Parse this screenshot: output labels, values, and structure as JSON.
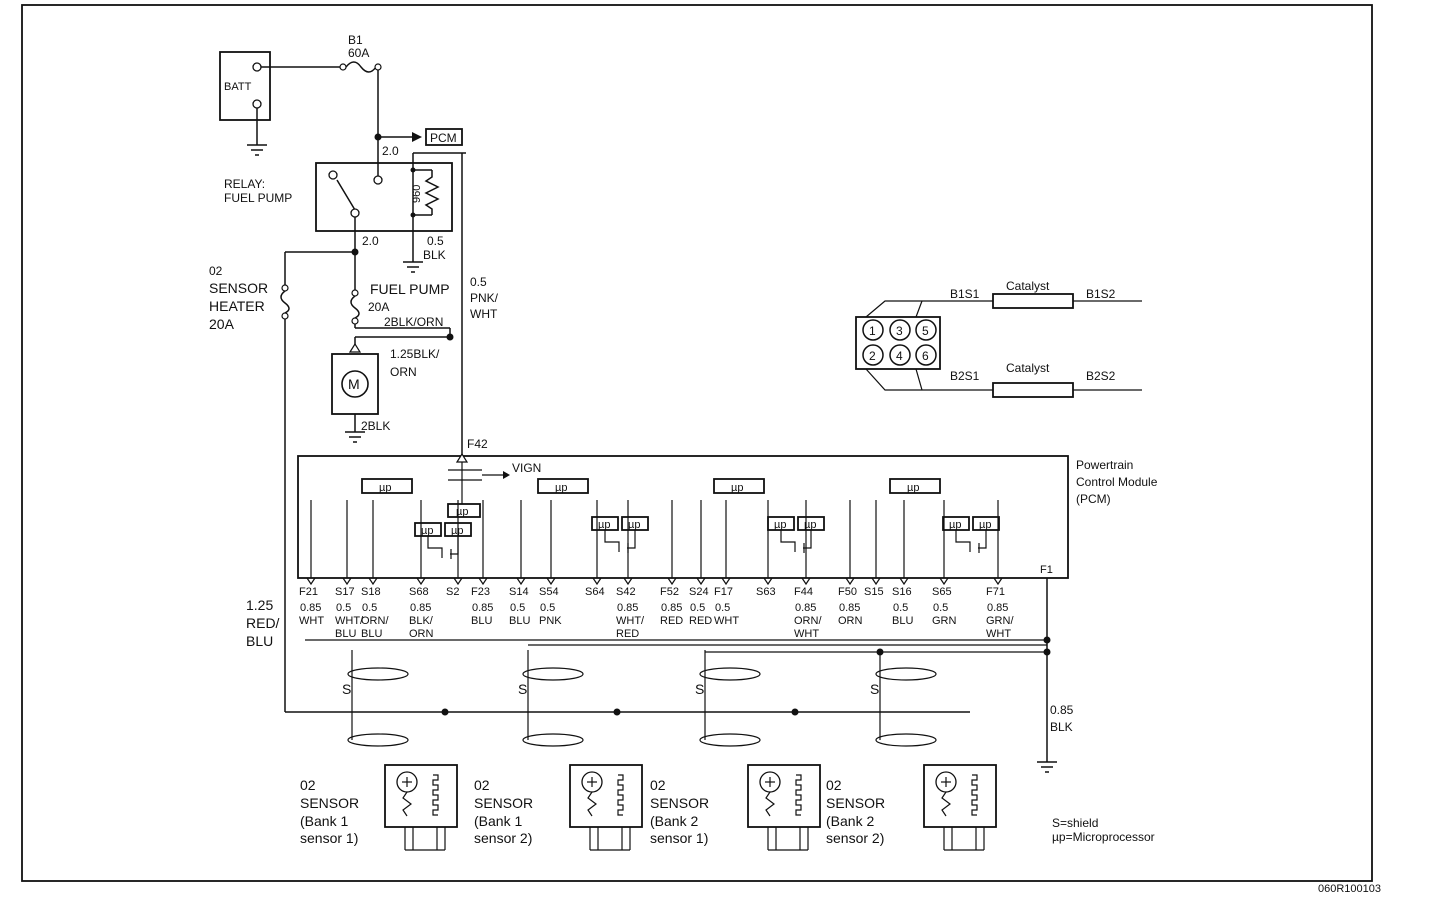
{
  "fuse_b1": {
    "name": "B1",
    "rating": "60A"
  },
  "battery": {
    "label": "BATT"
  },
  "pcm_ref": {
    "label": "PCM"
  },
  "relay": {
    "line1": "RELAY:",
    "line2": "FUEL PUMP",
    "coil_value": "960",
    "wire_in": "2.0",
    "wire_out": "2.0",
    "gnd_wire_size": "0.5",
    "gnd_wire_color": "BLK"
  },
  "o2_heater_fuse": {
    "line1": "02",
    "line2": "SENSOR",
    "line3": "HEATER",
    "rating": "20A"
  },
  "fuel_pump_fuse": {
    "label": "FUEL PUMP",
    "rating": "20A",
    "wire_out": "2BLK/ORN"
  },
  "pump_motor": {
    "symbol": "M",
    "wire_in_1": "1.25BLK/",
    "wire_in_2": "ORN",
    "wire_gnd": "2BLK"
  },
  "pnk_wire": {
    "size": "0.5",
    "color1": "PNK/",
    "color2": "WHT"
  },
  "red_blu_wire": {
    "size": "1.25",
    "color1": "RED/",
    "color2": "BLU"
  },
  "pcm": {
    "terminal_top": "F42",
    "vign": "VIGN",
    "title1": "Powertrain",
    "title2": "Control Module",
    "title3": "(PCM)",
    "terminal_f1": "F1",
    "mu_label": "µp"
  },
  "pins": [
    {
      "pin": "F21",
      "size": "0.85",
      "color": "WHT",
      "color2": ""
    },
    {
      "pin": "S17",
      "size": "0.5",
      "color": "WHT/",
      "color2": "BLU"
    },
    {
      "pin": "S18",
      "size": "0.5",
      "color": "ORN/",
      "color2": "BLU"
    },
    {
      "pin": "S68",
      "size": "0.85",
      "color": "BLK/",
      "color2": "ORN"
    },
    {
      "pin": "S2",
      "size": "",
      "color": "",
      "color2": ""
    },
    {
      "pin": "F23",
      "size": "0.85",
      "color": "BLU",
      "color2": ""
    },
    {
      "pin": "S14",
      "size": "0.5",
      "color": "BLU",
      "color2": ""
    },
    {
      "pin": "S54",
      "size": "0.5",
      "color": "PNK",
      "color2": ""
    },
    {
      "pin": "S64",
      "size": "",
      "color": "",
      "color2": ""
    },
    {
      "pin": "S42",
      "size": "0.85",
      "color": "WHT/",
      "color2": "RED"
    },
    {
      "pin": "F52",
      "size": "0.85",
      "color": "RED",
      "color2": ""
    },
    {
      "pin": "S24",
      "size": "0.5",
      "color": "RED",
      "color2": ""
    },
    {
      "pin": "F17",
      "size": "0.5",
      "color": "WHT",
      "color2": ""
    },
    {
      "pin": "S63",
      "size": "",
      "color": "",
      "color2": ""
    },
    {
      "pin": "F44",
      "size": "0.85",
      "color": "ORN/",
      "color2": "WHT"
    },
    {
      "pin": "F50",
      "size": "0.85",
      "color": "ORN",
      "color2": ""
    },
    {
      "pin": "S15",
      "size": "",
      "color": "",
      "color2": ""
    },
    {
      "pin": "S16",
      "size": "0.5",
      "color": "BLU",
      "color2": ""
    },
    {
      "pin": "S65",
      "size": "0.5",
      "color": "GRN",
      "color2": ""
    },
    {
      "pin": "F71",
      "size": "0.85",
      "color": "GRN/",
      "color2": "WHT"
    }
  ],
  "shield_mark": "S",
  "ground_wire": {
    "size": "0.85",
    "color": "BLK"
  },
  "sensors": [
    {
      "line1": "02",
      "line2": "SENSOR",
      "line3": "(Bank 1",
      "line4": "sensor 1)"
    },
    {
      "line1": "02",
      "line2": "SENSOR",
      "line3": "(Bank 1",
      "line4": "sensor 2)"
    },
    {
      "line1": "02",
      "line2": "SENSOR",
      "line3": "(Bank 2",
      "line4": "sensor 1)"
    },
    {
      "line1": "02",
      "line2": "SENSOR",
      "line3": "(Bank 2",
      "line4": "sensor 2)"
    }
  ],
  "legend": {
    "shield": "S=shield",
    "micro": "µp=Microprocessor"
  },
  "engine_layout": {
    "cylinders": [
      "1",
      "3",
      "5",
      "2",
      "4",
      "6"
    ],
    "bank1_upstream": "B1S1",
    "bank1_downstream": "B1S2",
    "bank2_upstream": "B2S1",
    "bank2_downstream": "B2S2",
    "catalyst": "Catalyst"
  },
  "figure_code": "060R100103"
}
